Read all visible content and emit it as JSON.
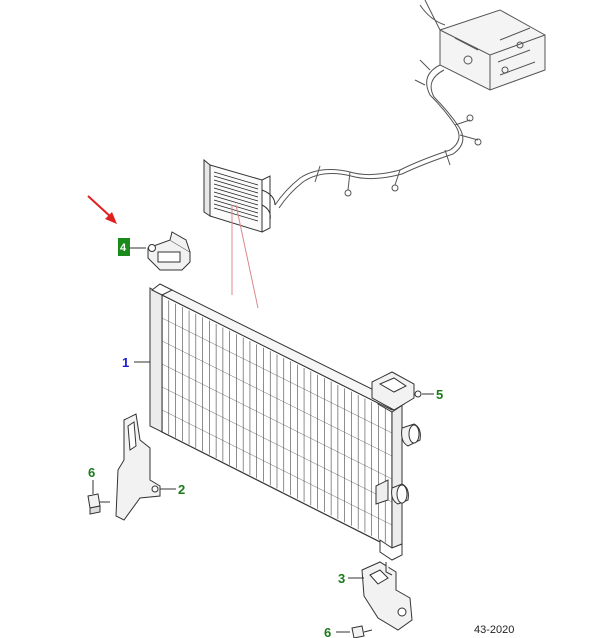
{
  "diagram": {
    "callouts": [
      {
        "id": "1",
        "label": "1",
        "color": "#1a1ad6"
      },
      {
        "id": "2",
        "label": "2",
        "color": "#1a7a1a"
      },
      {
        "id": "3",
        "label": "3",
        "color": "#1a7a1a"
      },
      {
        "id": "4",
        "label": "4",
        "color": "#1a7a1a"
      },
      {
        "id": "5",
        "label": "5",
        "color": "#1a7a1a"
      },
      {
        "id": "6a",
        "label": "6",
        "color": "#1a7a1a"
      },
      {
        "id": "6b",
        "label": "6",
        "color": "#1a7a1a"
      }
    ],
    "reference_code": "43-2020",
    "colors": {
      "line": "#333333",
      "arrow": "#e02020",
      "leader_pink": "#d98a8a",
      "highlight_box": "#1a8a1a"
    }
  }
}
